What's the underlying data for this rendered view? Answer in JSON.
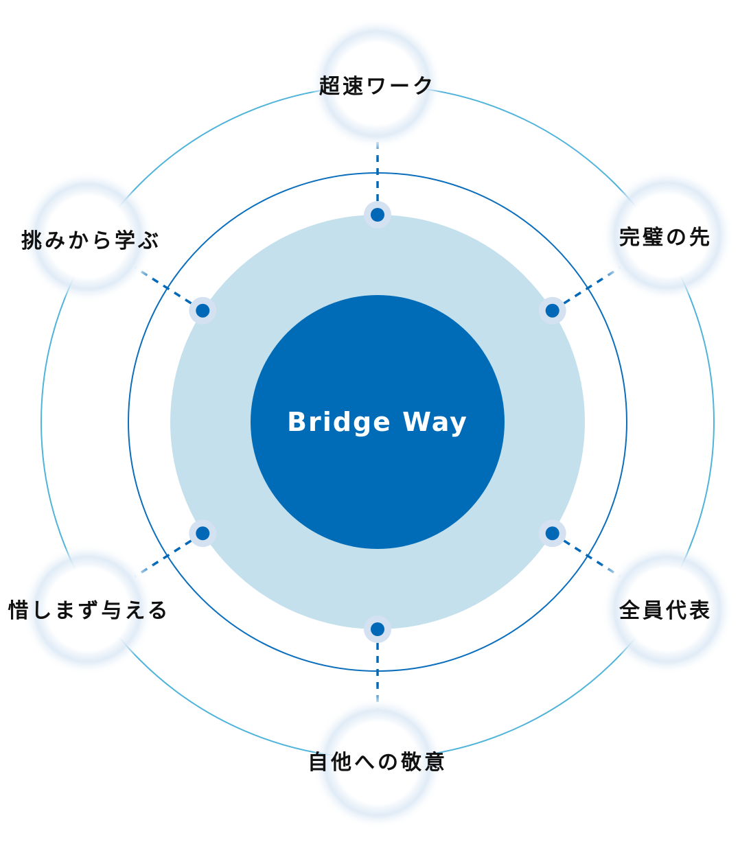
{
  "diagram": {
    "center_title": "Bridge Way",
    "values": [
      {
        "label": "超速ワーク",
        "position": "top"
      },
      {
        "label": "完璧の先",
        "position": "upper-right"
      },
      {
        "label": "全員代表",
        "position": "lower-right"
      },
      {
        "label": "自他への敬意",
        "position": "bottom"
      },
      {
        "label": "惜しまず与える",
        "position": "lower-left"
      },
      {
        "label": "挑みから学ぶ",
        "position": "upper-left"
      }
    ],
    "colors": {
      "core": "#006cb8",
      "inner_fill": "#c4e0ec",
      "middle_ring": "#0a6ebd",
      "outer_ring": "#4fb3da",
      "dot": "#0068b7",
      "dot_halo": "#d4e1f1",
      "glow": "#dbe8f5",
      "label_text": "#111111",
      "center_text": "#ffffff"
    }
  }
}
